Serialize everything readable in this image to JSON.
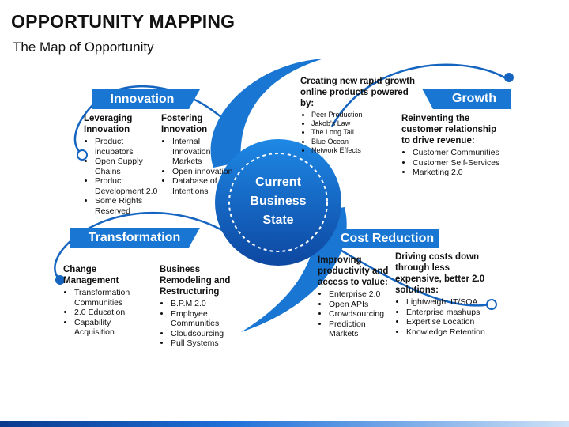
{
  "title": "OPPORTUNITY MAPPING",
  "subtitle": "The Map of Opportunity",
  "center_label": "Current Business State",
  "colors": {
    "primary": "#1565c0",
    "accent": "#1e88e5",
    "dark": "#0d47a1"
  },
  "sections": {
    "innovation": {
      "banner": "Innovation",
      "col1": {
        "head": "Leveraging Innovation",
        "items": [
          "Product incubators",
          "Open Supply Chains",
          "Product Development 2.0",
          "Some Rights Reserved"
        ]
      },
      "col2": {
        "head": "Fostering Innovation",
        "items": [
          "Internal Innovation Markets",
          "Open innovation",
          "Database of Intentions"
        ]
      }
    },
    "growth": {
      "banner": "Growth",
      "col1": {
        "head": "Creating new rapid growth online products powered by:",
        "items": [
          "Peer Production",
          "Jakob's Law",
          "The Long Tail",
          "Blue Ocean",
          "Network Effects"
        ]
      },
      "col2": {
        "head": "Reinventing the customer relationship to drive revenue:",
        "items": [
          "Customer Communities",
          "Customer Self-Services",
          "Marketing 2.0"
        ]
      }
    },
    "transformation": {
      "banner": "Transformation",
      "col1": {
        "head": "Change Management",
        "items": [
          "Transformation Communities",
          "2.0 Education",
          "Capability Acquisition"
        ]
      },
      "col2": {
        "head": "Business Remodeling and Restructuring",
        "items": [
          "B.P.M 2.0",
          "Employee Communities",
          "Cloudsourcing",
          "Pull Systems"
        ]
      }
    },
    "cost_reduction": {
      "banner": "Cost Reduction",
      "col1": {
        "head": "Improving productivity and access to value:",
        "items": [
          "Enterprise 2.0",
          "Open APIs",
          "Crowdsourcing",
          "Prediction Markets"
        ]
      },
      "col2": {
        "head": "Driving costs down through less expensive, better 2.0 solutions:",
        "items": [
          "Lightweight IT/SOA",
          "Enterprise mashups",
          "Expertise Location",
          "Knowledge Retention"
        ]
      }
    }
  }
}
